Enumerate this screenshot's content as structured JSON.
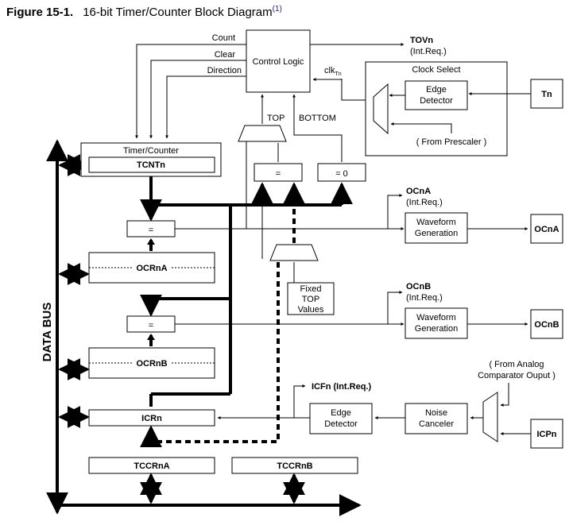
{
  "figure": {
    "number": "Figure 15-1.",
    "title": "16-bit Timer/Counter Block Diagram",
    "footnote_ref": "(1)"
  },
  "bus_label": "DATA BUS",
  "control_logic": {
    "label": "Control Logic",
    "inputs": [
      "Count",
      "Clear",
      "Direction"
    ],
    "top_label": "TOP",
    "bottom_label": "BOTTOM",
    "clk_label": "clk",
    "clk_sub": "Tn"
  },
  "tov": {
    "name": "TOVn",
    "req": "(Int.Req.)"
  },
  "clock_select": {
    "title": "Clock Select",
    "edge_detector": [
      "Edge",
      "Detector"
    ],
    "prescaler": "( From Prescaler )",
    "pin": "Tn"
  },
  "timer_counter": {
    "title": "Timer/Counter",
    "register": "TCNTn"
  },
  "comparators": {
    "eq": "=",
    "eq_zero": "= 0"
  },
  "ocra": {
    "register": "OCRnA",
    "flag": "OCnA",
    "req": "(Int.Req.)",
    "waveform": [
      "Waveform",
      "Generation"
    ],
    "pin": "OCnA"
  },
  "ocrb": {
    "register": "OCRnB",
    "flag": "OCnB",
    "req": "(Int.Req.)",
    "waveform": [
      "Waveform",
      "Generation"
    ],
    "pin": "OCnB"
  },
  "fixed_top": [
    "Fixed",
    "TOP",
    "Values"
  ],
  "icr": {
    "register": "ICRn",
    "flag": "ICFn (Int.Req.)",
    "edge_detector": [
      "Edge",
      "Detector"
    ],
    "noise_canceler": [
      "Noise",
      "Canceler"
    ],
    "analog": [
      "( From Analog",
      "Comparator Ouput )"
    ],
    "pin": "ICPn"
  },
  "control_regs": [
    "TCCRnA",
    "TCCRnB"
  ]
}
